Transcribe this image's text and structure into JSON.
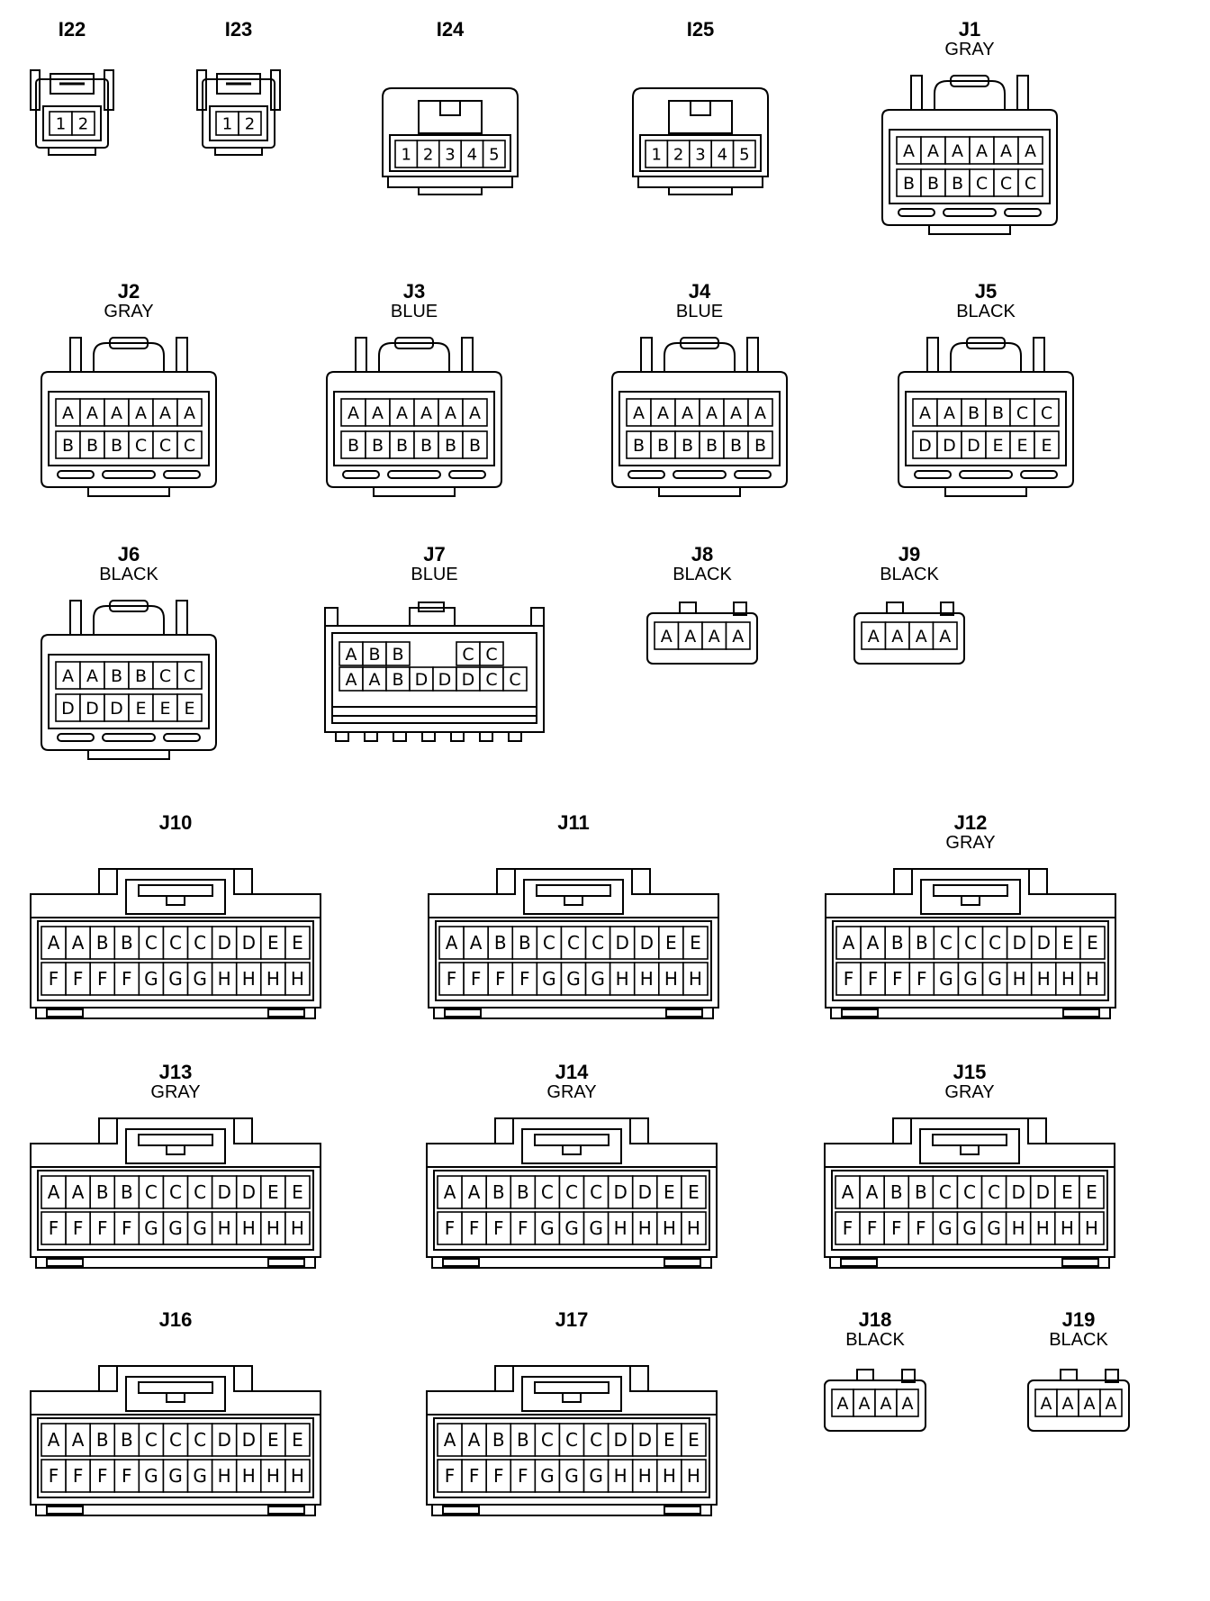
{
  "connectors": [
    {
      "id": "I22",
      "name": "I22",
      "color": "",
      "style": "small2",
      "rows": [
        [
          "1",
          "2"
        ]
      ]
    },
    {
      "id": "I23",
      "name": "I23",
      "color": "",
      "style": "small2",
      "rows": [
        [
          "1",
          "2"
        ]
      ]
    },
    {
      "id": "I24",
      "name": "I24",
      "color": "",
      "style": "row5",
      "rows": [
        [
          "1",
          "2",
          "3",
          "4",
          "5"
        ]
      ]
    },
    {
      "id": "I25",
      "name": "I25",
      "color": "",
      "style": "row5",
      "rows": [
        [
          "1",
          "2",
          "3",
          "4",
          "5"
        ]
      ]
    },
    {
      "id": "J1",
      "name": "J1",
      "color": "GRAY",
      "style": "six",
      "rows": [
        [
          "A",
          "A",
          "A",
          "A",
          "A",
          "A"
        ],
        [
          "B",
          "B",
          "B",
          "C",
          "C",
          "C"
        ]
      ]
    },
    {
      "id": "J2",
      "name": "J2",
      "color": "GRAY",
      "style": "six",
      "rows": [
        [
          "A",
          "A",
          "A",
          "A",
          "A",
          "A"
        ],
        [
          "B",
          "B",
          "B",
          "C",
          "C",
          "C"
        ]
      ]
    },
    {
      "id": "J3",
      "name": "J3",
      "color": "BLUE",
      "style": "six",
      "rows": [
        [
          "A",
          "A",
          "A",
          "A",
          "A",
          "A"
        ],
        [
          "B",
          "B",
          "B",
          "B",
          "B",
          "B"
        ]
      ]
    },
    {
      "id": "J4",
      "name": "J4",
      "color": "BLUE",
      "style": "six",
      "rows": [
        [
          "A",
          "A",
          "A",
          "A",
          "A",
          "A"
        ],
        [
          "B",
          "B",
          "B",
          "B",
          "B",
          "B"
        ]
      ]
    },
    {
      "id": "J5",
      "name": "J5",
      "color": "BLACK",
      "style": "six",
      "rows": [
        [
          "A",
          "A",
          "B",
          "B",
          "C",
          "C"
        ],
        [
          "D",
          "D",
          "D",
          "E",
          "E",
          "E"
        ]
      ]
    },
    {
      "id": "J6",
      "name": "J6",
      "color": "BLACK",
      "style": "six",
      "rows": [
        [
          "A",
          "A",
          "B",
          "B",
          "C",
          "C"
        ],
        [
          "D",
          "D",
          "D",
          "E",
          "E",
          "E"
        ]
      ]
    },
    {
      "id": "J7",
      "name": "J7",
      "color": "BLUE",
      "style": "j7",
      "rows": [
        [
          "A",
          "B",
          "B",
          "",
          "",
          "C",
          "C"
        ],
        [
          "A",
          "A",
          "B",
          "D",
          "D",
          "D",
          "C",
          "C"
        ]
      ]
    },
    {
      "id": "J8",
      "name": "J8",
      "color": "BLACK",
      "style": "four",
      "rows": [
        [
          "A",
          "A",
          "A",
          "A"
        ]
      ]
    },
    {
      "id": "J9",
      "name": "J9",
      "color": "BLACK",
      "style": "four",
      "rows": [
        [
          "A",
          "A",
          "A",
          "A"
        ]
      ]
    },
    {
      "id": "J10",
      "name": "J10",
      "color": "",
      "style": "big",
      "rows": [
        [
          "A",
          "A",
          "B",
          "B",
          "C",
          "C",
          "C",
          "D",
          "D",
          "E",
          "E"
        ],
        [
          "F",
          "F",
          "F",
          "F",
          "G",
          "G",
          "G",
          "H",
          "H",
          "H",
          "H"
        ]
      ]
    },
    {
      "id": "J11",
      "name": "J11",
      "color": "",
      "style": "big",
      "rows": [
        [
          "A",
          "A",
          "B",
          "B",
          "C",
          "C",
          "C",
          "D",
          "D",
          "E",
          "E"
        ],
        [
          "F",
          "F",
          "F",
          "F",
          "G",
          "G",
          "G",
          "H",
          "H",
          "H",
          "H"
        ]
      ]
    },
    {
      "id": "J12",
      "name": "J12",
      "color": "GRAY",
      "style": "big",
      "rows": [
        [
          "A",
          "A",
          "B",
          "B",
          "C",
          "C",
          "C",
          "D",
          "D",
          "E",
          "E"
        ],
        [
          "F",
          "F",
          "F",
          "F",
          "G",
          "G",
          "G",
          "H",
          "H",
          "H",
          "H"
        ]
      ]
    },
    {
      "id": "J13",
      "name": "J13",
      "color": "GRAY",
      "style": "big",
      "rows": [
        [
          "A",
          "A",
          "B",
          "B",
          "C",
          "C",
          "C",
          "D",
          "D",
          "E",
          "E"
        ],
        [
          "F",
          "F",
          "F",
          "F",
          "G",
          "G",
          "G",
          "H",
          "H",
          "H",
          "H"
        ]
      ]
    },
    {
      "id": "J14",
      "name": "J14",
      "color": "GRAY",
      "style": "big",
      "rows": [
        [
          "A",
          "A",
          "B",
          "B",
          "C",
          "C",
          "C",
          "D",
          "D",
          "E",
          "E"
        ],
        [
          "F",
          "F",
          "F",
          "F",
          "G",
          "G",
          "G",
          "H",
          "H",
          "H",
          "H"
        ]
      ]
    },
    {
      "id": "J15",
      "name": "J15",
      "color": "GRAY",
      "style": "big",
      "rows": [
        [
          "A",
          "A",
          "B",
          "B",
          "C",
          "C",
          "C",
          "D",
          "D",
          "E",
          "E"
        ],
        [
          "F",
          "F",
          "F",
          "F",
          "G",
          "G",
          "G",
          "H",
          "H",
          "H",
          "H"
        ]
      ]
    },
    {
      "id": "J16",
      "name": "J16",
      "color": "",
      "style": "big",
      "rows": [
        [
          "A",
          "A",
          "B",
          "B",
          "C",
          "C",
          "C",
          "D",
          "D",
          "E",
          "E"
        ],
        [
          "F",
          "F",
          "F",
          "F",
          "G",
          "G",
          "G",
          "H",
          "H",
          "H",
          "H"
        ]
      ]
    },
    {
      "id": "J17",
      "name": "J17",
      "color": "",
      "style": "big",
      "rows": [
        [
          "A",
          "A",
          "B",
          "B",
          "C",
          "C",
          "C",
          "D",
          "D",
          "E",
          "E"
        ],
        [
          "F",
          "F",
          "F",
          "F",
          "G",
          "G",
          "G",
          "H",
          "H",
          "H",
          "H"
        ]
      ]
    },
    {
      "id": "J18",
      "name": "J18",
      "color": "BLACK",
      "style": "four",
      "rows": [
        [
          "A",
          "A",
          "A",
          "A"
        ]
      ]
    },
    {
      "id": "J19",
      "name": "J19",
      "color": "BLACK",
      "style": "four",
      "rows": [
        [
          "A",
          "A",
          "A",
          "A"
        ]
      ]
    }
  ]
}
